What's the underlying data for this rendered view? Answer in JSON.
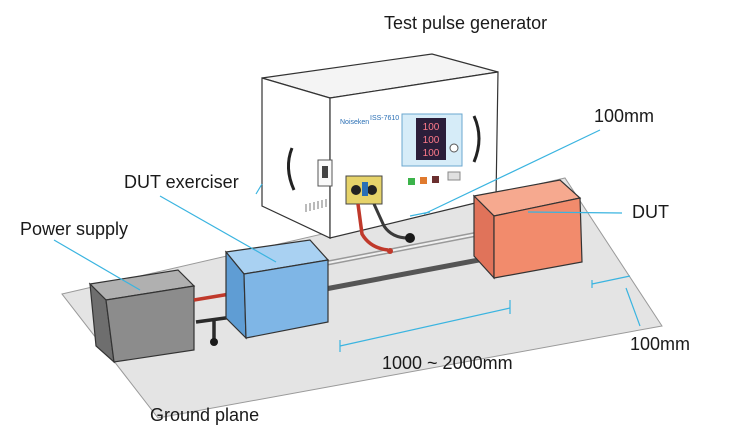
{
  "labels": {
    "test_pulse_generator": "Test pulse generator",
    "dim_top": "100mm",
    "dut_exerciser": "DUT exerciser",
    "dut": "DUT",
    "power_supply": "Power supply",
    "dim_right": "100mm",
    "dim_length": "1000 ~ 2000mm",
    "ground_plane": "Ground plane"
  },
  "device": {
    "brand": "Noiseken",
    "model": "ISS-7610",
    "display_values": [
      "100",
      "100",
      "100"
    ]
  },
  "colors": {
    "ground_plane": "#e4e4e4",
    "power_supply": "#8c8c8c",
    "dut_exerciser": "#7fb6e6",
    "dut": "#f28b6c",
    "leader_line": "#3ab4e0",
    "cable_red": "#c0392b",
    "cable_dark": "#3a3a3a",
    "generator_body": "#ffffff",
    "panel": "#d6ecf8"
  }
}
